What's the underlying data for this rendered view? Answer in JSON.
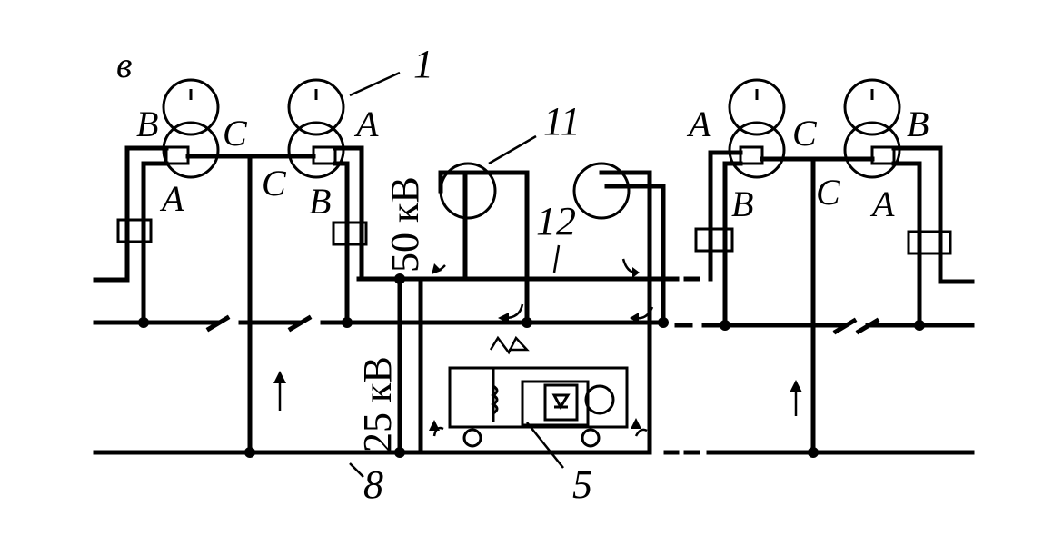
{
  "diagram": {
    "variant_label": "в",
    "transformer_1": {
      "callout": "1",
      "windings": [
        "B",
        "C",
        "A",
        "A"
      ],
      "right_windings": [
        "A",
        "C",
        "B",
        "C",
        "B"
      ]
    },
    "transformer_left": {
      "windings": [
        "B",
        "C",
        "A"
      ]
    },
    "transformer_right_pair": {
      "windings_left": [
        "A",
        "B"
      ],
      "center": [
        "C",
        "C"
      ],
      "windings_right": [
        "B",
        "A"
      ]
    },
    "label_11": "11",
    "label_12": "12",
    "label_5": "5",
    "label_8": "8",
    "voltage_50": "50 кВ",
    "voltage_25": "25 кВ",
    "labels": {
      "tl_B": "B",
      "tl_C": "C",
      "tl_A": "A",
      "t2_C": "C",
      "t2_A": "A",
      "t2_B": "B",
      "tr1_A": "A",
      "tr1_C": "C",
      "tr1_B": "B",
      "tr2_C": "C",
      "tr2_B": "B",
      "tr2_A": "A"
    }
  }
}
